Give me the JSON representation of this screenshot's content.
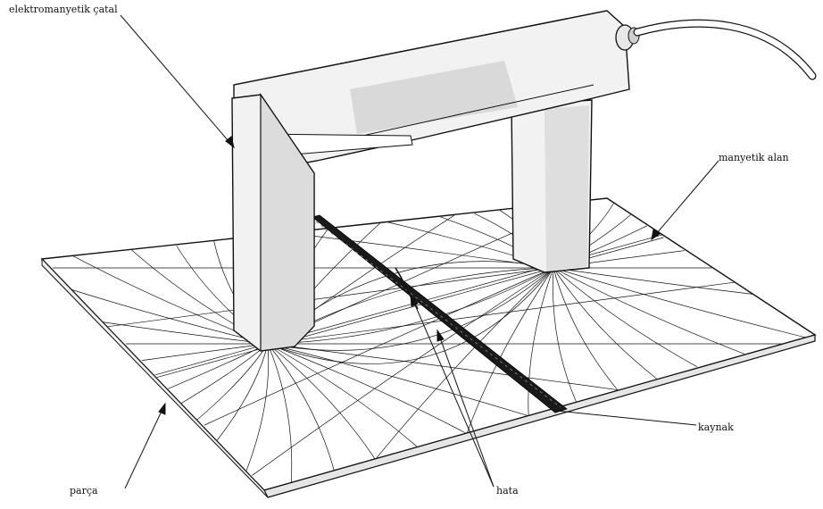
{
  "labels": {
    "yoke": "elektromanyetik çatal",
    "field": "manyetik alan",
    "weld": "kaynak",
    "part": "parça",
    "defect": "hata"
  },
  "colors": {
    "ink": "#111111",
    "plate": "#ffffff",
    "plate_edge": "#e6e6e6",
    "yoke_body": "#f2f2f2",
    "yoke_shade": "#d9d9d9",
    "weld": "#1a1a1a"
  }
}
